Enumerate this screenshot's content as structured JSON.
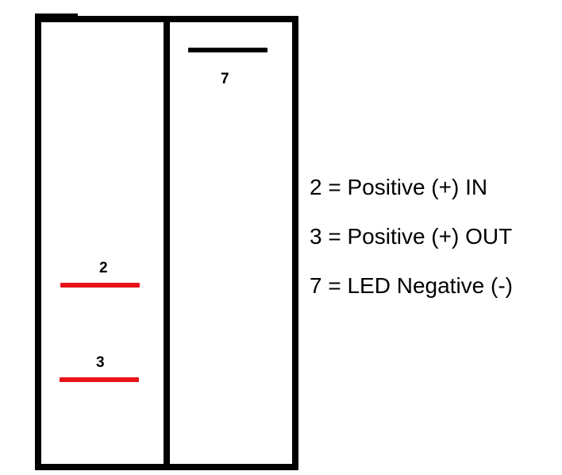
{
  "colors": {
    "outline": "#000000",
    "positive_terminal": "#e8131b",
    "negative_terminal": "#000000"
  },
  "terminals": [
    {
      "id": "2",
      "label": "2",
      "color": "#e8131b"
    },
    {
      "id": "3",
      "label": "3",
      "color": "#e8131b"
    },
    {
      "id": "7",
      "label": "7",
      "color": "#000000"
    }
  ],
  "legend": {
    "items": [
      {
        "text": "2 = Positive (+) IN"
      },
      {
        "text": "3 = Positive (+) OUT"
      },
      {
        "text": "7 = LED Negative (-)"
      }
    ]
  }
}
